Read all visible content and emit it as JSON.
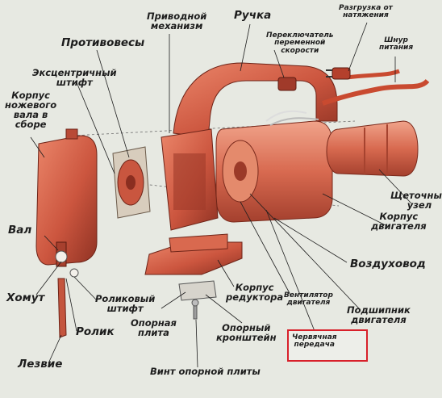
{
  "labels": {
    "drive_mechanism": "Приводной\nмеханизм",
    "handle": "Ручка",
    "cord_strain_relief": "Разгрузка от\nнатяжения",
    "counterweights": "Противовесы",
    "speed_switch": "Переключатель\nпеременной\nскорости",
    "power_cord": "Шнур\nпитания",
    "eccentric_pin": "Эксцентричный\nштифт",
    "knife_shaft_housing": "Корпус\nножевого\nвала в\nсборе",
    "brush_unit": "Щеточный\nузел",
    "motor_housing": "Корпус\nдвигателя",
    "shaft": "Вал",
    "air_duct": "Воздуховод",
    "clamp": "Хомут",
    "roller_pin": "Роликовый\nштифт",
    "gear_housing": "Корпус\nредуктора",
    "motor_fan": "Вентилятор\nдвигателя",
    "motor_bearing": "Подшипник\nдвигателя",
    "roller": "Ролик",
    "base_plate": "Опорная\nплита",
    "support_bracket": "Опорный\nкронштейн",
    "worm_gear": "Червячная\nпередача",
    "blade": "Лезвие",
    "base_plate_screw": "Винт опорной плиты"
  },
  "highlighted_label": "worm_gear",
  "colors": {
    "parts_main": "#c8503c",
    "parts_light": "#e77a5e",
    "parts_dark": "#8d2f22",
    "highlight": "#d8202a",
    "background": "#e7e9e2"
  }
}
